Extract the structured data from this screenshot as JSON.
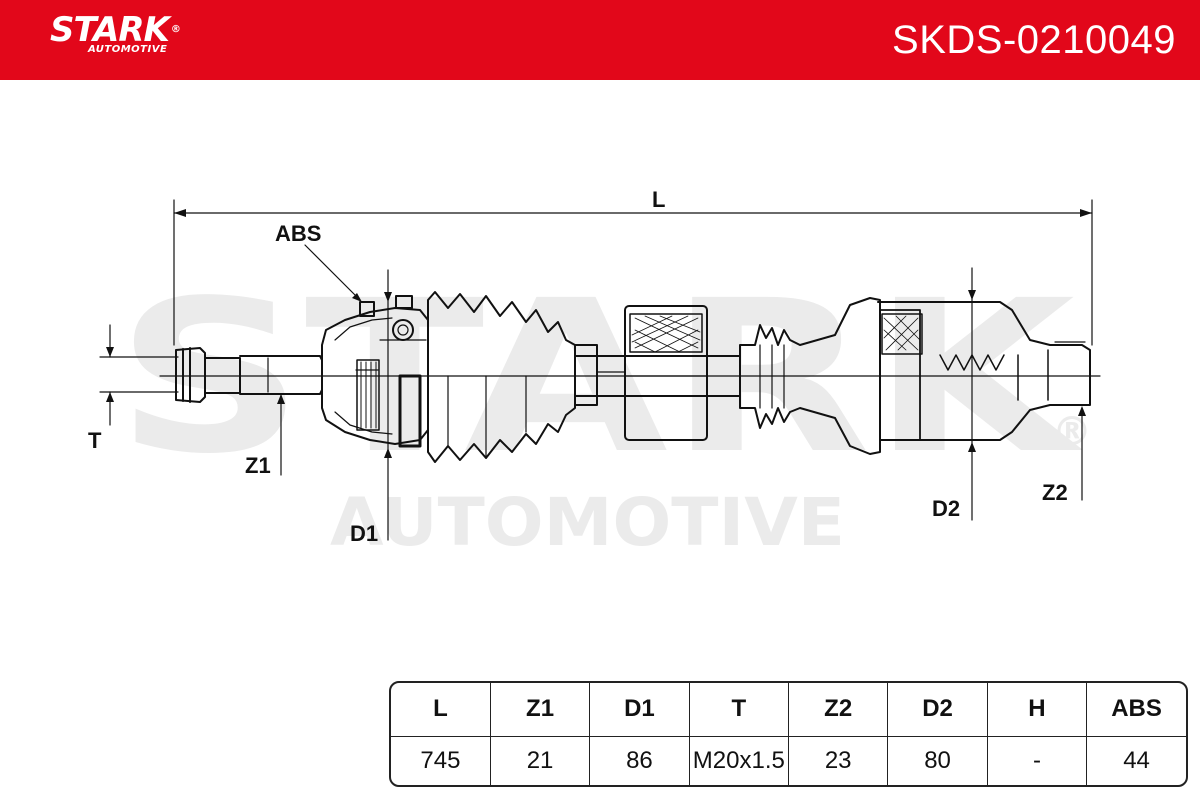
{
  "header": {
    "brand_name": "STARK",
    "brand_reg": "®",
    "brand_sub": "AUTOMOTIVE",
    "part_number": "SKDS-0210049",
    "bg_color": "#e2071a"
  },
  "watermark": {
    "line1": "STARK",
    "line2": "AUTOMOTIVE",
    "reg": "®"
  },
  "diagram": {
    "labels": {
      "L": "L",
      "ABS": "ABS",
      "T": "T",
      "Z1": "Z1",
      "D1": "D1",
      "D2": "D2",
      "Z2": "Z2"
    }
  },
  "specs": {
    "headers": [
      "L",
      "Z1",
      "D1",
      "T",
      "Z2",
      "D2",
      "H",
      "ABS"
    ],
    "values": [
      "745",
      "21",
      "86",
      "M20x1.5",
      "23",
      "80",
      "-",
      "44"
    ]
  }
}
